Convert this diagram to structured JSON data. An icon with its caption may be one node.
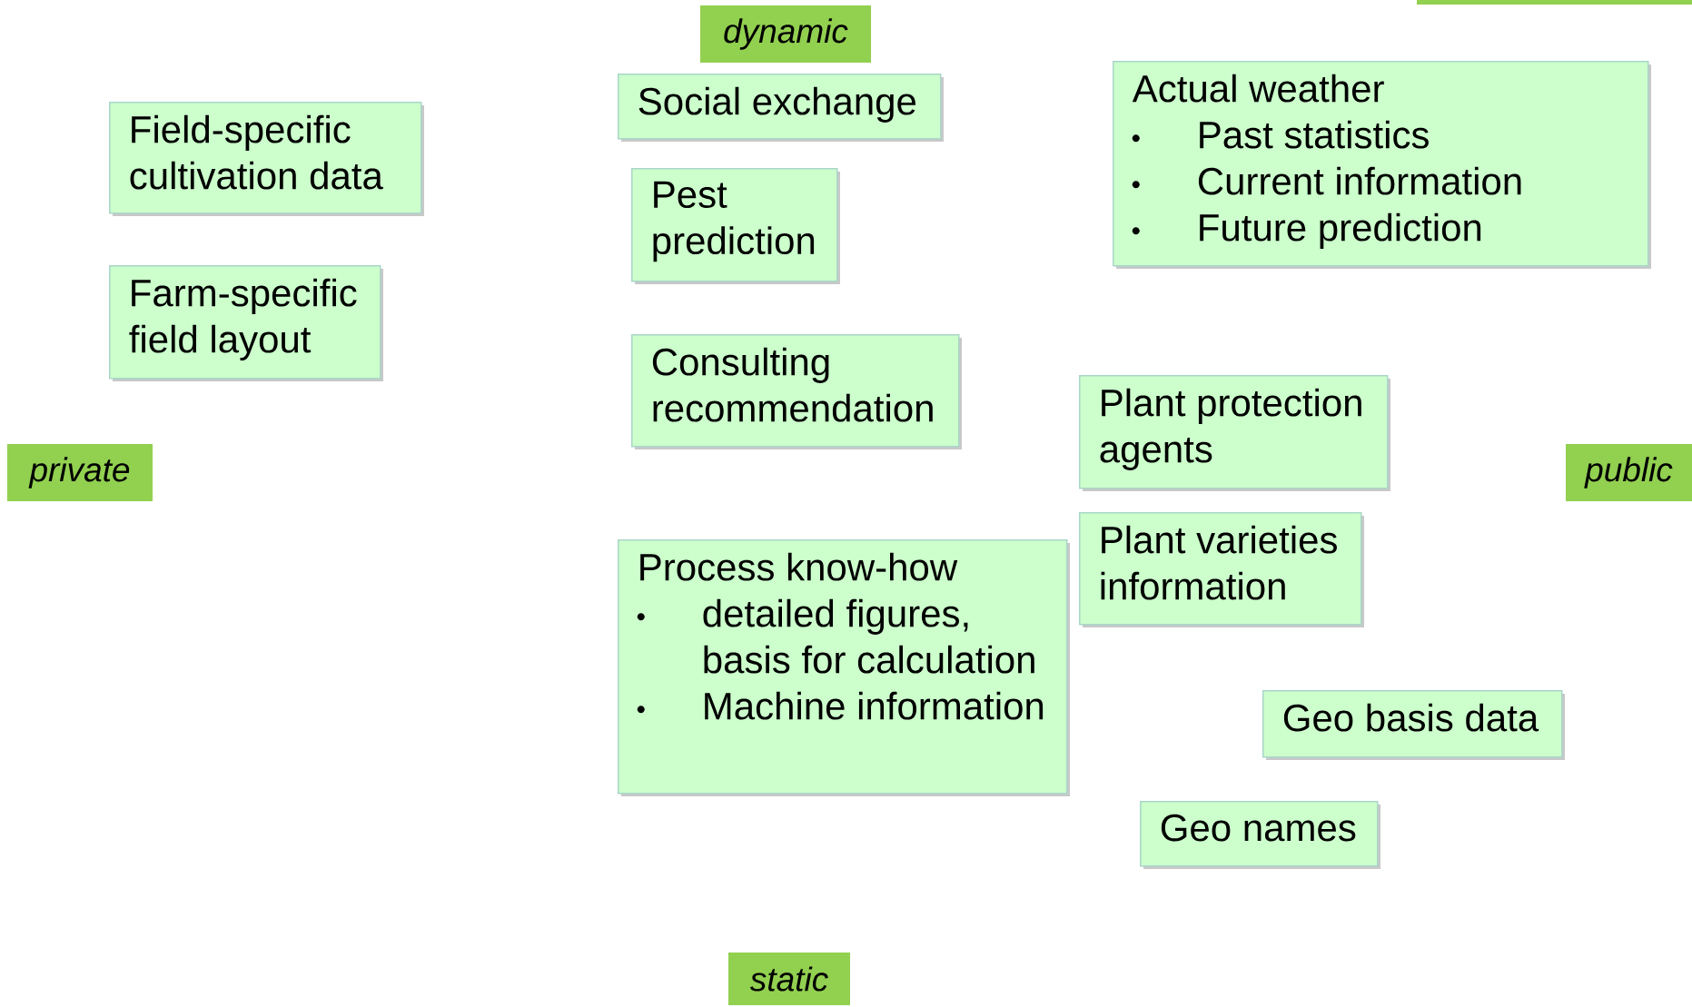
{
  "diagram": {
    "nodes": [
      {
        "text": [
          "dynamic"
        ]
      },
      {
        "text": [
          "Social exchange"
        ]
      },
      {
        "text": [
          "Field-specific cultivation data"
        ]
      },
      {
        "text": [
          "Actual weather",
          "Past statistics",
          "Current information",
          "Future prediction"
        ]
      },
      {
        "text": [
          "Pest prediction"
        ]
      },
      {
        "text": [
          "Farm-specific field layout"
        ]
      },
      {
        "text": [
          "Consulting recommendation"
        ]
      },
      {
        "text": [
          "Plant protection agents"
        ]
      },
      {
        "text": [
          "private"
        ]
      },
      {
        "text": [
          "public"
        ]
      },
      {
        "text": [
          "Process know-how",
          "detailed figures, basis for calculation",
          "Machine information"
        ]
      },
      {
        "text": [
          "Plant varieties information"
        ]
      },
      {
        "text": [
          "Geo basis data"
        ]
      },
      {
        "text": [
          "Geo names"
        ]
      },
      {
        "text": [
          "static"
        ]
      }
    ]
  }
}
